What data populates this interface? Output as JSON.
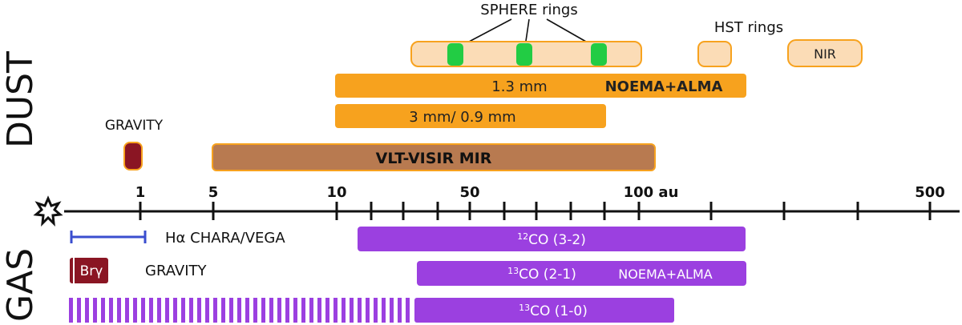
{
  "side_labels": {
    "dust": "DUST",
    "gas": "GAS"
  },
  "axis": {
    "unit_label": "100 au",
    "ticks": [
      "1",
      "5",
      "10",
      "50",
      "100 au",
      "500"
    ]
  },
  "dust": {
    "sphere_rings_label": "SPHERE rings",
    "hst_rings_label": "HST rings",
    "nir_label": "NIR",
    "mm13_label": "1.3 mm",
    "noema_alma_label": "NOEMA+ALMA",
    "mm3_label": "3 mm/ 0.9 mm",
    "gravity_label": "GRAVITY",
    "visir_label": "VLT-VISIR MIR"
  },
  "gas": {
    "halpha_label": "Hα CHARA/VEGA",
    "bry_label": "Brγ",
    "gravity_label": "GRAVITY",
    "co12_label": "12CO (3-2)",
    "co12_iso": "12",
    "co12_rest": "CO (3-2)",
    "co13a_iso": "13",
    "co13a_rest": "CO (2-1)",
    "co13a_extra": "NOEMA+ALMA",
    "co13b_iso": "13",
    "co13b_rest": "CO (1-0)"
  },
  "colors": {
    "orange": "#f7a21e",
    "light_orange": "#fbdcb6",
    "brown": "#b87a50",
    "dark_red": "#8a1523",
    "purple": "#9b40e0",
    "green": "#22cc44",
    "blue": "#3a4ecf"
  }
}
